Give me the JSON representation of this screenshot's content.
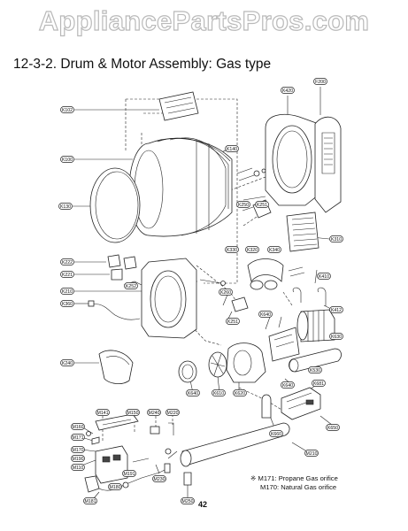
{
  "watermark": "AppliancePartsPros.com",
  "title": "12-3-2. Drum & Motor Assembly: Gas type",
  "page_number": "42",
  "legend": {
    "marker": "※",
    "line1": "M171: Propane Gas orifice",
    "line2": "M170: Natural Gas orifice"
  },
  "callouts": [
    {
      "id": "k102",
      "label": "K102"
    },
    {
      "id": "k100",
      "label": "K100"
    },
    {
      "id": "k130",
      "label": "K130"
    },
    {
      "id": "k140",
      "label": "K140"
    },
    {
      "id": "k420",
      "label": "K420"
    },
    {
      "id": "f200",
      "label": "F200"
    },
    {
      "id": "k250",
      "label": "K250"
    },
    {
      "id": "k251a",
      "label": "K251"
    },
    {
      "id": "k310",
      "label": "K310"
    },
    {
      "id": "k330",
      "label": "K330"
    },
    {
      "id": "k320",
      "label": "K320"
    },
    {
      "id": "k340",
      "label": "K340"
    },
    {
      "id": "k222",
      "label": "K222"
    },
    {
      "id": "k221",
      "label": "K221"
    },
    {
      "id": "k252",
      "label": "K252"
    },
    {
      "id": "k210",
      "label": "K210"
    },
    {
      "id": "k360",
      "label": "K360"
    },
    {
      "id": "k260",
      "label": "K260"
    },
    {
      "id": "k410",
      "label": "K410"
    },
    {
      "id": "k412",
      "label": "K412"
    },
    {
      "id": "k630",
      "label": "K630"
    },
    {
      "id": "k640a",
      "label": "K640"
    },
    {
      "id": "k251b",
      "label": "K251"
    },
    {
      "id": "k240",
      "label": "K240"
    },
    {
      "id": "k530",
      "label": "K530"
    },
    {
      "id": "k640b",
      "label": "K640"
    },
    {
      "id": "k610",
      "label": "K610"
    },
    {
      "id": "k620",
      "label": "K620"
    },
    {
      "id": "k640c",
      "label": "K640"
    },
    {
      "id": "k681",
      "label": "K681"
    },
    {
      "id": "k650",
      "label": "K650"
    },
    {
      "id": "k660",
      "label": "K660"
    },
    {
      "id": "m141",
      "label": "M141"
    },
    {
      "id": "m150",
      "label": "M150"
    },
    {
      "id": "m240",
      "label": "M240"
    },
    {
      "id": "m220",
      "label": "M220"
    },
    {
      "id": "m160",
      "label": "M160"
    },
    {
      "id": "m171",
      "label": "M171"
    },
    {
      "id": "m170",
      "label": "M170"
    },
    {
      "id": "m190",
      "label": "M190"
    },
    {
      "id": "m110",
      "label": "M110"
    },
    {
      "id": "m230",
      "label": "M230"
    },
    {
      "id": "m191",
      "label": "M191"
    },
    {
      "id": "m180",
      "label": "M180"
    },
    {
      "id": "m181",
      "label": "M181"
    },
    {
      "id": "m250",
      "label": "M250"
    },
    {
      "id": "m210",
      "label": "M210"
    }
  ]
}
